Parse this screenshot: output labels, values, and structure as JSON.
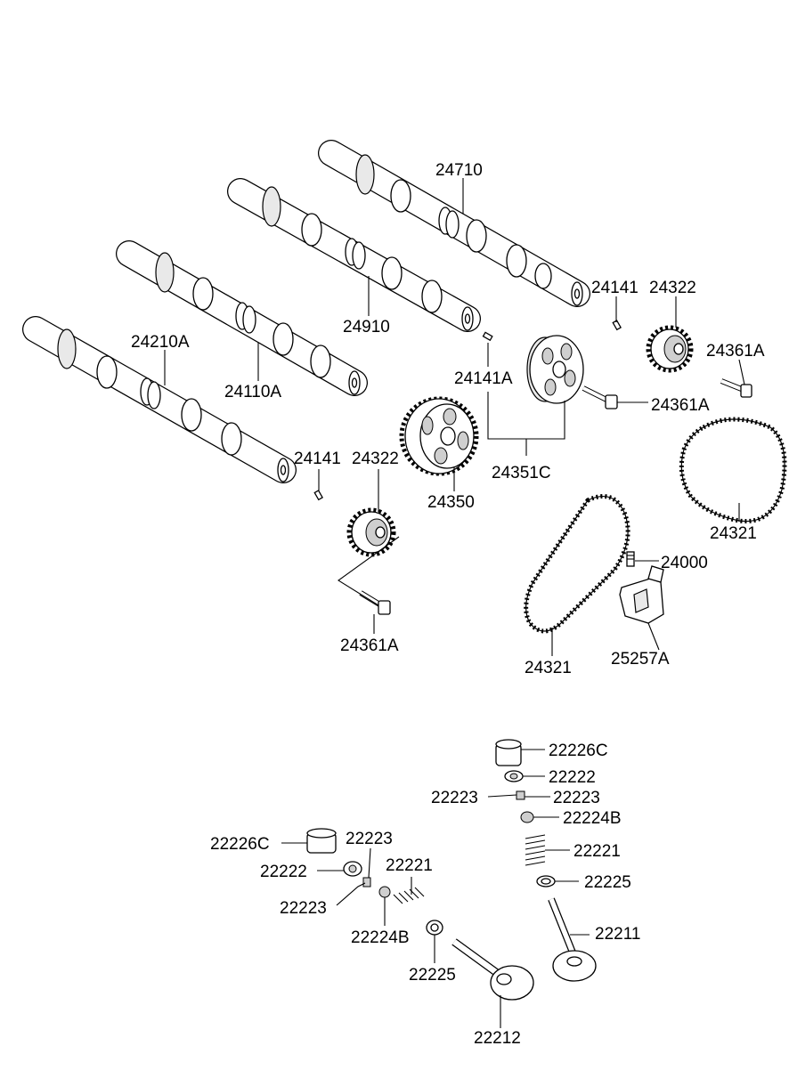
{
  "labels": {
    "p24710": "24710",
    "p24910": "24910",
    "p24110A": "24110A",
    "p24210A": "24210A",
    "p24141_top": "24141",
    "p24322_top": "24322",
    "p24361A_right": "24361A",
    "p24141A": "24141A",
    "p24361A_mid": "24361A",
    "p24351C": "24351C",
    "p24321_right": "24321",
    "p24141_left": "24141",
    "p24322_left": "24322",
    "p24350": "24350",
    "p24000": "24000",
    "p24361A_bottom": "24361A",
    "p24321_center": "24321",
    "p25257A": "25257A",
    "p22226C_right": "22226C",
    "p22222_right": "22222",
    "p22223_right_a": "22223",
    "p22223_right_b": "22223",
    "p22224B_right": "22224B",
    "p22221_right": "22221",
    "p22225_right": "22225",
    "p22211": "22211",
    "p22226C_left": "22226C",
    "p22223_left_top": "22223",
    "p22222_left": "22222",
    "p22221_left": "22221",
    "p22223_left_bottom": "22223",
    "p22224B_left": "22224B",
    "p22225_left": "22225",
    "p22212": "22212"
  }
}
